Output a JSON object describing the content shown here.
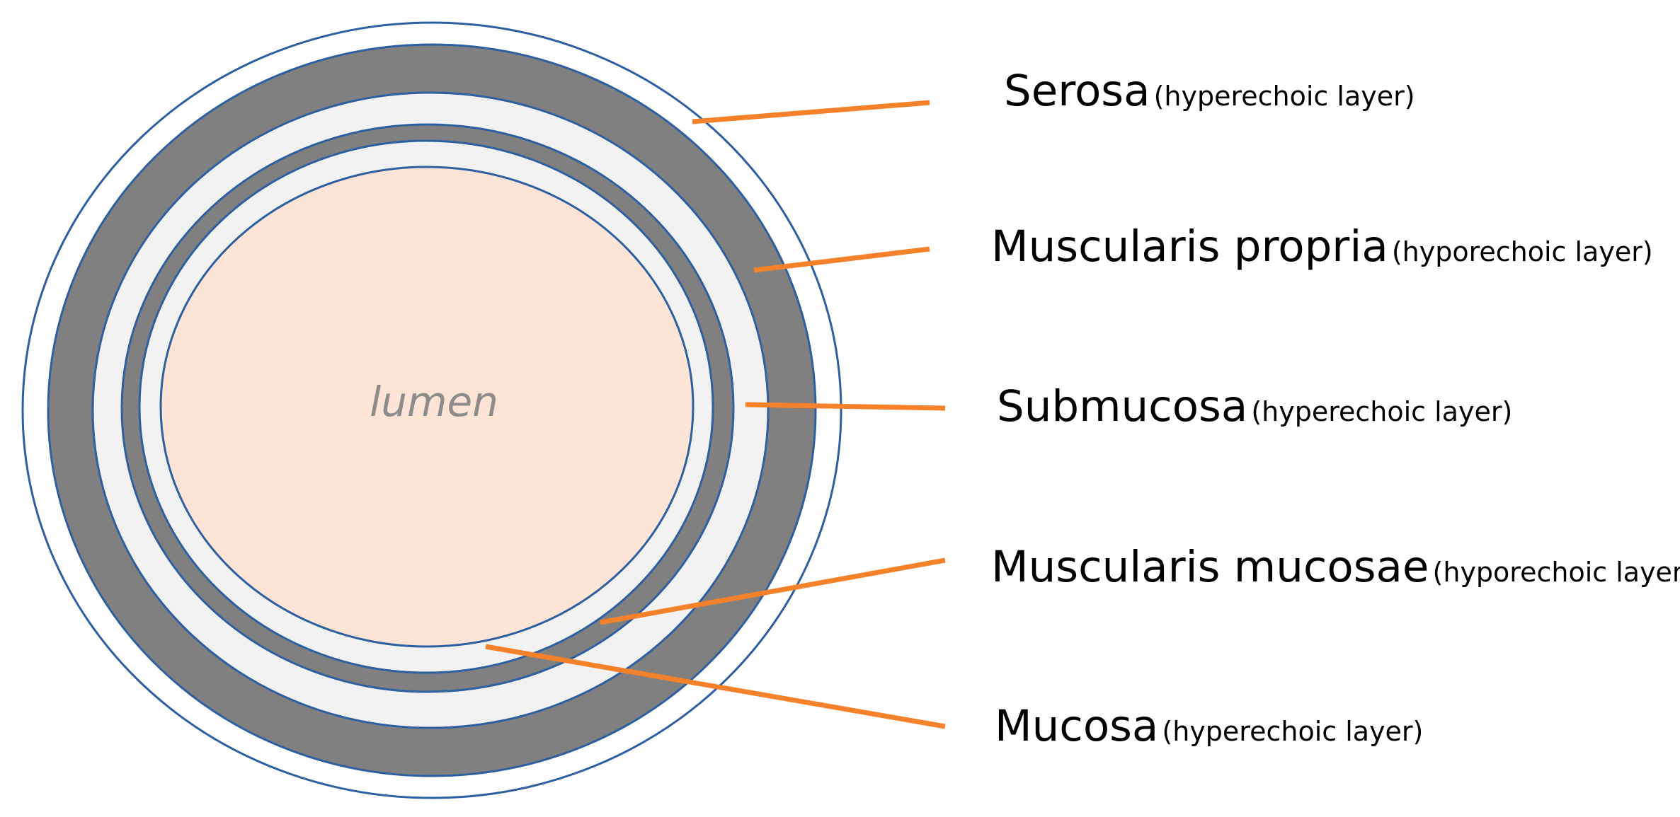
{
  "diagram": {
    "lumen_label": "lumen",
    "colors": {
      "ring_outline": "#2e5fa0",
      "hypoechoic_fill": "#808080",
      "hyperechoic_fill": "#f2f2f2",
      "serosa_fill": "#ffffff",
      "lumen_fill": "#fde4d6",
      "leader_line": "#f5822a",
      "lumen_text": "#8c8c8c"
    },
    "layers": [
      {
        "id": "serosa",
        "name": "Serosa",
        "description": "(hyperechoic layer)"
      },
      {
        "id": "muscularis-propria",
        "name": "Muscularis propria",
        "description": "(hyporechoic layer)"
      },
      {
        "id": "submucosa",
        "name": "Submucosa",
        "description": "(hyperechoic layer)"
      },
      {
        "id": "muscularis-mucosae",
        "name": "Muscularis mucosae",
        "description": "(hyporechoic layer)"
      },
      {
        "id": "mucosa",
        "name": "Mucosa",
        "description": "(hyperechoic layer)"
      }
    ]
  }
}
